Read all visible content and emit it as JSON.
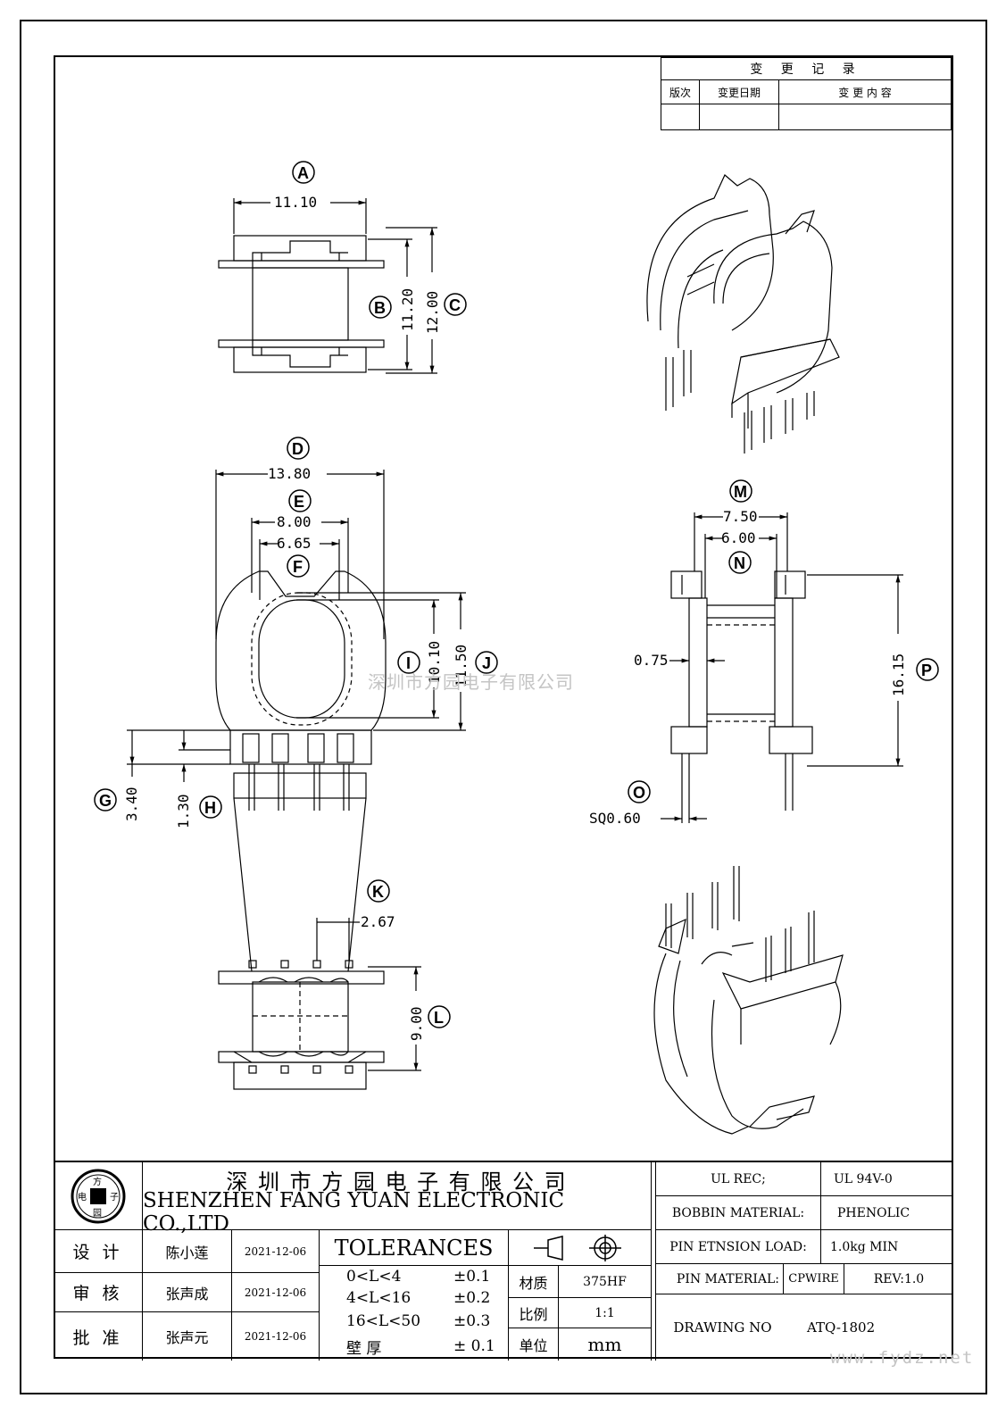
{
  "revision": {
    "title": "变 更 记 录",
    "headers": [
      "版次",
      "变更日期",
      "变 更 内 容"
    ]
  },
  "views": {
    "top": {
      "A": "11.10",
      "B": "11.20",
      "C": "12.00"
    },
    "front": {
      "D": "13.80",
      "E": "8.00",
      "F": "6.65",
      "I": "10.10",
      "J": "11.50",
      "G": "3.40",
      "H": "1.30"
    },
    "side": {
      "M": "7.50",
      "N": "6.00",
      "wall": "0.75",
      "P": "16.15",
      "O": "SQ0.60"
    },
    "bottom": {
      "K": "2.67",
      "L": "9.00"
    }
  },
  "labels": [
    "A",
    "B",
    "C",
    "D",
    "E",
    "F",
    "G",
    "H",
    "I",
    "J",
    "K",
    "L",
    "M",
    "N",
    "O",
    "P"
  ],
  "watermark": "深圳市方园电子有限公司",
  "site": "www.fydz.net",
  "company": {
    "cn": "深 圳 市 方 园 电 子 有 限 公 司",
    "en": "SHENZHEN FANG YUAN ELECTRONIC CO.,LTD",
    "logo_chars": [
      "方",
      "电",
      "子",
      "园"
    ]
  },
  "signoff": [
    {
      "role": "设  计",
      "name": "陈小莲",
      "date": "2021-12-06"
    },
    {
      "role": "审  核",
      "name": "张声成",
      "date": "2021-12-06"
    },
    {
      "role": "批  准",
      "name": "张声元",
      "date": "2021-12-06"
    }
  ],
  "tolerances": {
    "title": "TOLERANCES",
    "rows": [
      {
        "range": "0<L<4",
        "tol": "±0.1"
      },
      {
        "range": "4<L<16",
        "tol": "±0.2"
      },
      {
        "range": "16<L<50",
        "tol": "±0.3"
      },
      {
        "range": "壁  厚",
        "tol": "± 0.1"
      }
    ]
  },
  "material": {
    "label": "材质",
    "value": "375HF"
  },
  "scale": {
    "label": "比例",
    "value": "1:1"
  },
  "unit": {
    "label": "单位",
    "value": "mm"
  },
  "specs": {
    "ul_rec_label": "UL REC;",
    "ul_rec_value": "UL  94V-0",
    "bobbin_label": "BOBBIN MATERIAL:",
    "bobbin_value": "PHENOLIC",
    "pin_load_label": "PIN ETNSION LOAD:",
    "pin_load_value": "1.0kg MIN",
    "pin_mat_label": "PIN MATERIAL:",
    "pin_mat_value": "CPWIRE",
    "rev": "REV:1.0",
    "drawing_label": "DRAWING NO",
    "drawing_value": "ATQ-1802"
  }
}
